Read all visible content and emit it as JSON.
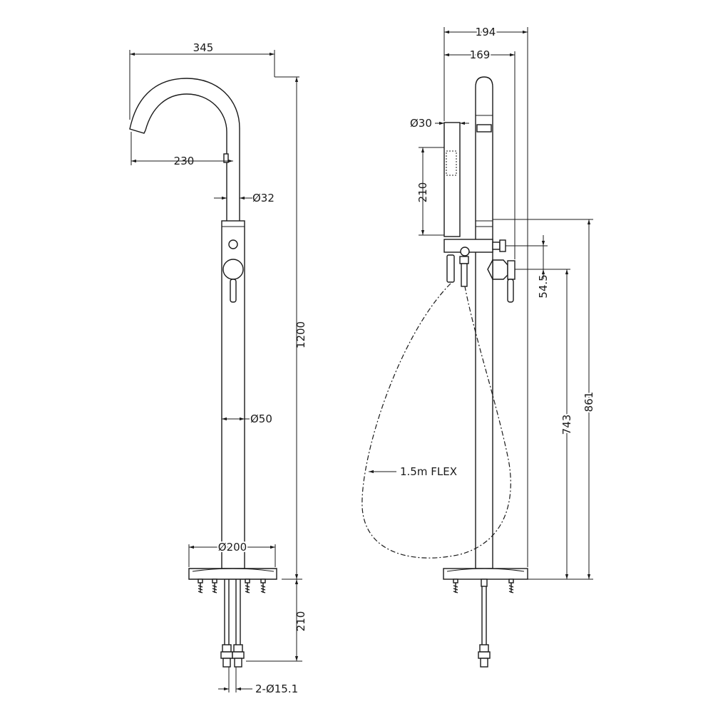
{
  "dimensions": {
    "total_reach": "345",
    "spout_reach": "230",
    "spout_diameter": "Ø32",
    "total_height": "1200",
    "body_diameter": "Ø50",
    "base_diameter": "Ø200",
    "below_floor": "210",
    "inlets": "2-Ø15.1",
    "side_width_outer": "194",
    "side_width_inner": "169",
    "handset_diameter": "Ø30",
    "handset_length": "210",
    "diverter_offset": "54.5",
    "outlet_height": "743",
    "valve_height": "861",
    "hose": "1.5m FLEX"
  }
}
